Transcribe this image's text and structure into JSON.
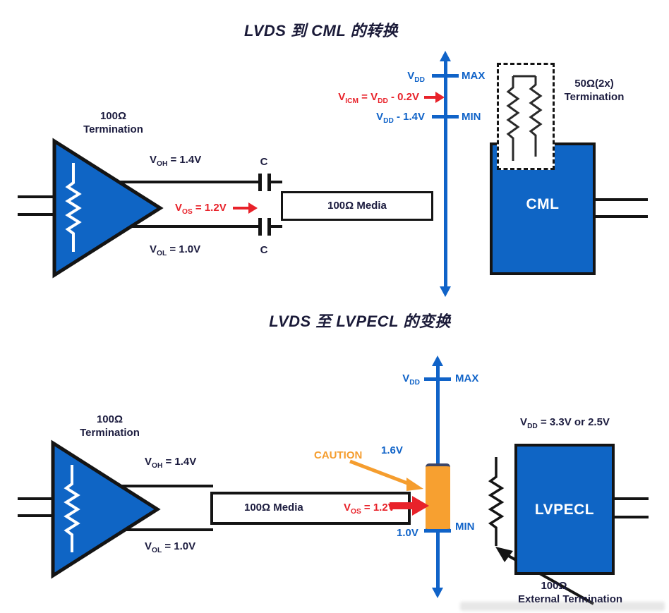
{
  "colors": {
    "block_blue": "#0f65c5",
    "axis_blue": "#1063c8",
    "red": "#e8222a",
    "orange": "#f59d2e",
    "navy_text": "#1c1c3f",
    "line_black": "#141414"
  },
  "top": {
    "title": "LVDS 到 CML 的转换",
    "driver_label": {
      "line1": "100Ω",
      "line2": "Termination"
    },
    "voh": {
      "base": "V",
      "sub": "OH",
      "rest": " = 1.4V"
    },
    "vos": {
      "base": "V",
      "sub": "OS",
      "rest": " = 1.2V"
    },
    "vol": {
      "base": "V",
      "sub": "OL",
      "rest": " = 1.0V"
    },
    "cap_top": "C",
    "cap_bottom": "C",
    "media": "100Ω Media",
    "axis": {
      "vdd": {
        "base": "V",
        "sub": "DD"
      },
      "max": "MAX",
      "min": "MIN",
      "vicm": {
        "p0": "V",
        "s0": "ICM",
        "p1": " = V",
        "s1": "DD",
        "p2": " - 0.2V"
      },
      "vdd_minus": {
        "base": "V",
        "sub": "DD",
        "rest": " - 1.4V"
      }
    },
    "termination_label": {
      "line1": "50Ω(2x)",
      "line2": "Termination"
    },
    "cml": "CML"
  },
  "bottom": {
    "title": "LVDS 至 LVPECL 的变换",
    "driver_label": {
      "line1": "100Ω",
      "line2": "Termination"
    },
    "voh": {
      "base": "V",
      "sub": "OH",
      "rest": " = 1.4V"
    },
    "vol": {
      "base": "V",
      "sub": "OL",
      "rest": " = 1.0V"
    },
    "media": "100Ω Media",
    "vos": {
      "base": "V",
      "sub": "OS",
      "rest": " = 1.2V"
    },
    "caution": "CAUTION",
    "axis": {
      "vdd": {
        "base": "V",
        "sub": "DD"
      },
      "max": "MAX",
      "min": "MIN",
      "v_high": "1.6V",
      "v_low": "1.0V"
    },
    "lvpecl": "LVPECL",
    "vdd_supply": {
      "base": "V",
      "sub": "DD",
      "rest": " = 3.3V or 2.5V"
    },
    "ext_term": {
      "line1": "100Ω",
      "line2": "External Termination"
    }
  }
}
